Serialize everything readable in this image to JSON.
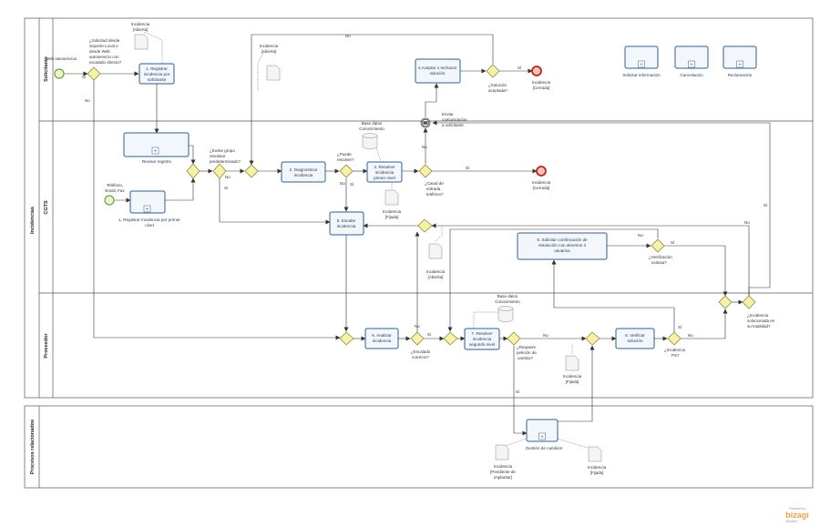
{
  "pools": {
    "main": "Incidencias",
    "related": "Procesos relacionados"
  },
  "lanes": {
    "solicitante": "Solicitante",
    "cgts": "CGTS",
    "proveedor": "Proveedor"
  },
  "events": {
    "start_web": "Web autoservicio",
    "start_phone_l1": "Teléfono,",
    "start_phone_l2": "Email, Fax"
  },
  "gateways": {
    "g1_l1": "¿Solicitud desde",
    "g1_l2": "Soporte Local o",
    "g1_l3": "desde Web",
    "g1_l4": "autoservicio con",
    "g1_l5": "escalado directo?",
    "g_grupo_l1": "¿Existe grupo",
    "g_grupo_l2": "resolutor",
    "g_grupo_l3": "predeterminado?",
    "g_resolver_l1": "¿Puede",
    "g_resolver_l2": "resolver?",
    "g_canal_l1": "¿Canal de",
    "g_canal_l2": "entrada",
    "g_canal_l3": "teléfono?",
    "g_aceptada_l1": "¿Solución",
    "g_aceptada_l2": "aceptada?",
    "g_verif_l1": "¿Verificación",
    "g_verif_l2": "exitosa?",
    "g_escalado_l1": "¿Escalado",
    "g_escalado_l2": "correcto?",
    "g_cambio_l1": "¿Requiere",
    "g_cambio_l2": "petición de",
    "g_cambio_l3": "cambio?",
    "g_ps7_l1": "¿Incidencia",
    "g_ps7_l2": "PS7",
    "g_total_l1": "¿Incidencia",
    "g_total_l2": "solucionada en",
    "g_total_l3": "su totalidad?"
  },
  "tasks": {
    "t1_l1": "1. Registrar",
    "t1_l2": "incidencia por",
    "t1_l3": "solicitante",
    "t_revisar": "Revisar registro",
    "t_reg_l1": "1. Registrar incidencia por primer",
    "t_reg_l2": "nivel",
    "t2_l1": "2. Diagnosticar",
    "t2_l2": "incidencia",
    "t3_l1": "3. Resolver",
    "t3_l2": "incidencia",
    "t3_l3": "primer nivel",
    "t4_l1": "4.Aceptar o rechazar",
    "t4_l2": "solución",
    "t5_l1": "5. Escalar",
    "t5_l2": "incidencia",
    "t6_l1": "6. Analizar",
    "t6_l2": "incidencia",
    "t7_l1": "7. Resolver",
    "t7_l2": "incidencia",
    "t7_l3": "segundo nivel",
    "t8_l1": "8. Verificar",
    "t8_l2": "solución",
    "t9_l1": "9. Solicitar confirmación de",
    "t9_l2": "resolución con almenos 3",
    "t9_l3": "usuarios",
    "t_gestion": "Gestión de cambios"
  },
  "subprocesses": {
    "solicitar": "Solicitar información",
    "cancelacion": "Cancelación",
    "reclamacion": "Reclamación"
  },
  "artifacts": {
    "inc_abierta_l1": "Incidencia",
    "inc_abierta_l2": "[Abierta]",
    "inc_cerrada_l1": "Incidencia",
    "inc_cerrada_l2": "[Cerrada]",
    "inc_fijada_l1": "Incidencia",
    "inc_fijada_l2": "[Fijada]",
    "inc_pend_l1": "Incidencia",
    "inc_pend_l2": "[Pendiente de",
    "inc_pend_l3": "implantar]",
    "bd_l1": "Base datos",
    "bd_l2": "Conocimiento",
    "enviar_l1": "Enviar",
    "enviar_l2": "comunicación",
    "enviar_l3": "a solicitante"
  },
  "labels": {
    "si": "Sí",
    "no": "No"
  },
  "branding": {
    "powered": "Powered by",
    "logo": "bizagi",
    "sub": "Modeler"
  }
}
